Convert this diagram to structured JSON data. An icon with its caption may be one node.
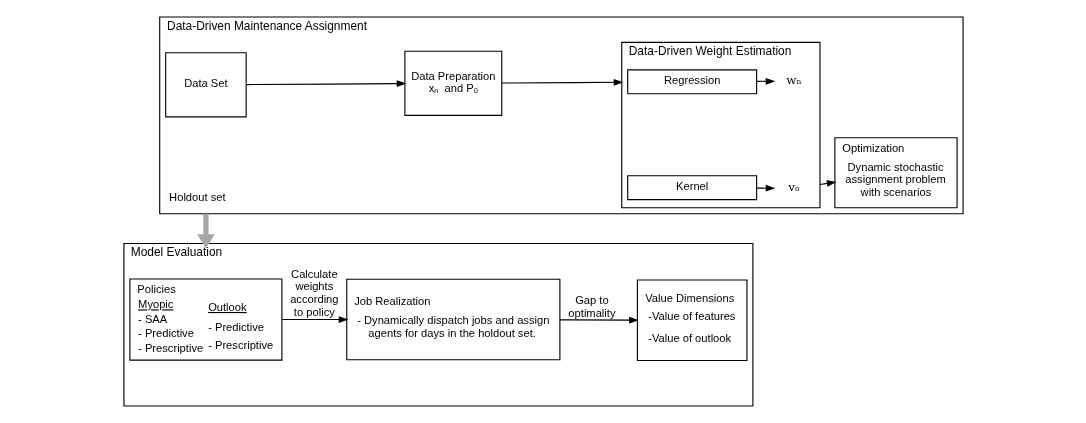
{
  "diagram": {
    "nodes": [
      {
        "text": [
          "Data-Driven Maintenance Assignment"
        ]
      },
      {
        "text": [
          "Data Set"
        ],
        "in": 0
      },
      {
        "text": [
          "Data Preparation",
          "xₙ  and Pₒ"
        ],
        "in": 0
      },
      {
        "text": [
          "Data-Driven Weight Estimation"
        ],
        "in": 0
      },
      {
        "text": [
          "Regression"
        ],
        "in": 3
      },
      {
        "text": [
          "Kernel"
        ],
        "in": 3
      },
      {
        "text": [
          "wₙ"
        ],
        "in": 3
      },
      {
        "text": [
          "vₒ"
        ],
        "in": 3
      },
      {
        "text": [
          "Optimization",
          "Dynamic stochastic assignment problem with scenarios"
        ],
        "in": 0
      },
      {
        "text": [
          "Model Evaluation"
        ]
      },
      {
        "text": [
          "Policies",
          "Myopic",
          "- SAA",
          "- Predictive",
          "- Prescriptive",
          "Outlook",
          "- Predictive",
          "- Prescriptive"
        ],
        "in": 9
      },
      {
        "text": [
          "Job Realization",
          "- Dynamically dispatch jobs and assign agents for days in the holdout set."
        ],
        "in": 9
      },
      {
        "text": [
          "Value Dimensions",
          "-Value of features",
          "-Value of outlook"
        ],
        "in": 9
      }
    ],
    "edges": [
      {
        "from": 1,
        "to": 2,
        "arrow": "to"
      },
      {
        "from": 2,
        "to": 3,
        "arrow": "to"
      },
      {
        "from": 4,
        "to": 6,
        "arrow": "to"
      },
      {
        "from": 5,
        "to": 7,
        "arrow": "to"
      },
      {
        "from": 3,
        "to": 8,
        "arrow": "to"
      },
      {
        "from": 0,
        "to": 9,
        "arrow": "to",
        "label": "Holdout set",
        "style": "thick",
        "color": "#a6a6a6"
      },
      {
        "from": 10,
        "to": 11,
        "arrow": "to",
        "label": "Calculate weights according to policy"
      },
      {
        "from": 11,
        "to": 12,
        "arrow": "to",
        "label": "Gap to optimality"
      }
    ]
  }
}
